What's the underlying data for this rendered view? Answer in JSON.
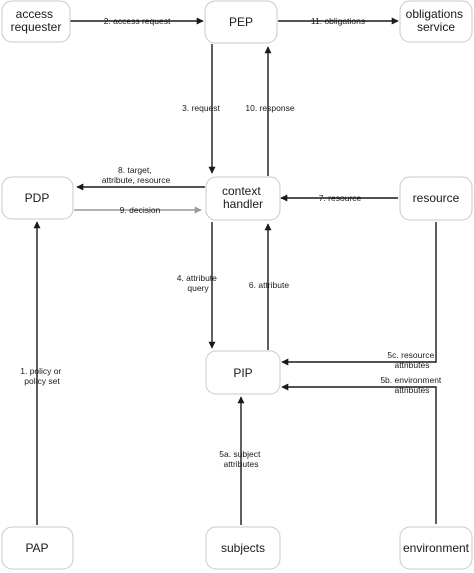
{
  "nodes": {
    "access_requester": [
      "access",
      "requester"
    ],
    "pep": [
      "PEP"
    ],
    "obligations_service": [
      "obligations",
      "service"
    ],
    "pdp": [
      "PDP"
    ],
    "context_handler": [
      "context",
      "handler"
    ],
    "resource": [
      "resource"
    ],
    "pip": [
      "PIP"
    ],
    "pap": [
      "PAP"
    ],
    "subjects": [
      "subjects"
    ],
    "environment": [
      "environment"
    ]
  },
  "edges": {
    "access_request": [
      "2. access request"
    ],
    "obligations": [
      "11. obligations"
    ],
    "request": [
      "3. request"
    ],
    "response": [
      "10. response"
    ],
    "target_attribute_resource": [
      "8. target,",
      "attribute, resource"
    ],
    "decision": [
      "9. decision"
    ],
    "resource_edge": [
      "7. resource"
    ],
    "attribute_query": [
      "4. attribute",
      "query"
    ],
    "attribute": [
      "6. attribute"
    ],
    "resource_attributes": [
      "5c. resource",
      "attributes"
    ],
    "environment_attributes": [
      "5b. environment",
      "attributes"
    ],
    "subject_attributes": [
      "5a. subject",
      "attributes"
    ],
    "policy_or_policy_set": [
      "1. policy or",
      "policy set"
    ]
  },
  "colors": {
    "line": "#1a1a1a",
    "light_line": "#9a9a9a",
    "box_border": "#c8c8c8"
  }
}
